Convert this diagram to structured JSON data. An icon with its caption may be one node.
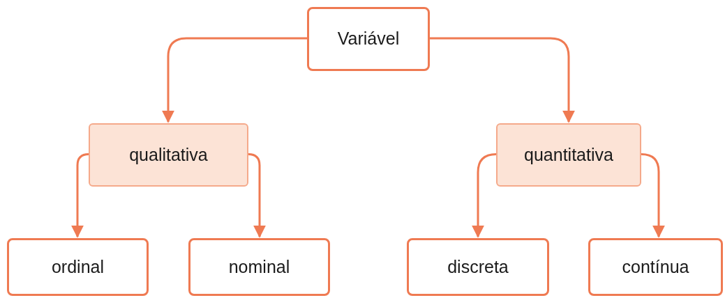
{
  "diagram": {
    "nodes": [
      {
        "text": [
          "Variável"
        ]
      },
      {
        "text": [
          "qualitativa"
        ]
      },
      {
        "text": [
          "quantitativa"
        ]
      },
      {
        "text": [
          "ordinal"
        ]
      },
      {
        "text": [
          "nominal"
        ]
      },
      {
        "text": [
          "discreta"
        ]
      },
      {
        "text": [
          "contínua"
        ]
      }
    ],
    "edges": [
      {
        "from": 0,
        "to": 1,
        "arrow": "to"
      },
      {
        "from": 0,
        "to": 2,
        "arrow": "to"
      },
      {
        "from": 1,
        "to": 3,
        "arrow": "to"
      },
      {
        "from": 1,
        "to": 4,
        "arrow": "to"
      },
      {
        "from": 2,
        "to": 5,
        "arrow": "to"
      },
      {
        "from": 2,
        "to": 6,
        "arrow": "to"
      }
    ]
  }
}
